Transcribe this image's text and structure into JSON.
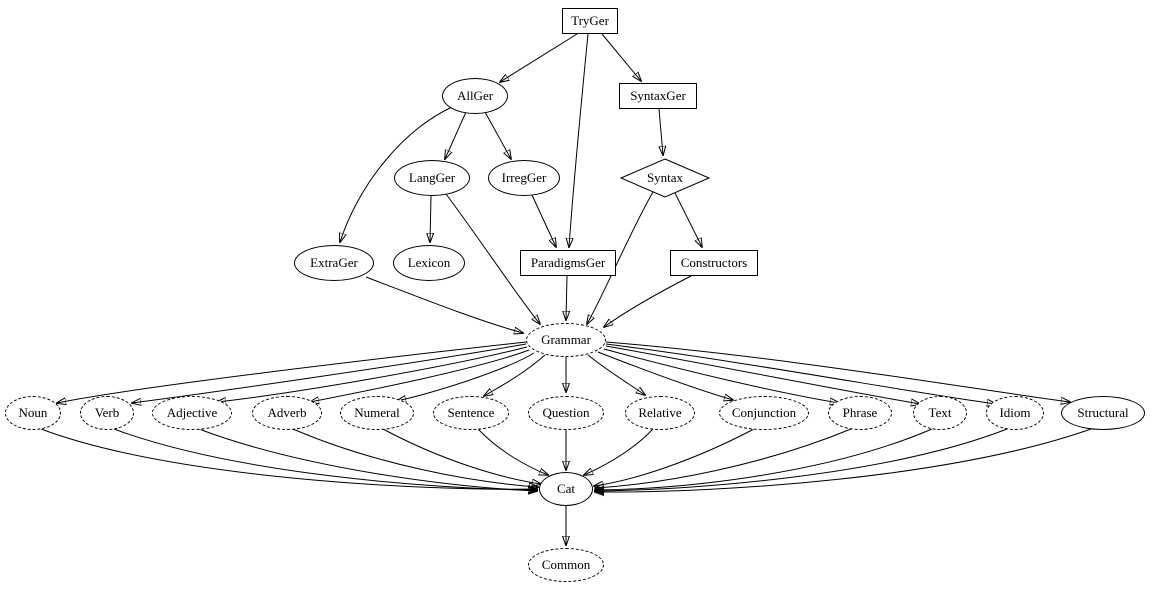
{
  "diagram": {
    "type": "directed-graph",
    "background": "#ffffff",
    "stroke_color": "#000000",
    "nodes": {
      "tryger": {
        "label": "TryGer",
        "shape": "box",
        "style": "solid"
      },
      "allger": {
        "label": "AllGer",
        "shape": "ellipse",
        "style": "solid"
      },
      "syntaxger": {
        "label": "SyntaxGer",
        "shape": "box",
        "style": "solid"
      },
      "langger": {
        "label": "LangGer",
        "shape": "ellipse",
        "style": "solid"
      },
      "irregger": {
        "label": "IrregGer",
        "shape": "ellipse",
        "style": "solid"
      },
      "syntax": {
        "label": "Syntax",
        "shape": "diamond",
        "style": "solid"
      },
      "extrager": {
        "label": "ExtraGer",
        "shape": "ellipse",
        "style": "solid"
      },
      "lexicon": {
        "label": "Lexicon",
        "shape": "ellipse",
        "style": "solid"
      },
      "paradigmsger": {
        "label": "ParadigmsGer",
        "shape": "box",
        "style": "solid"
      },
      "constructors": {
        "label": "Constructors",
        "shape": "box",
        "style": "solid"
      },
      "grammar": {
        "label": "Grammar",
        "shape": "ellipse",
        "style": "dashed"
      },
      "noun": {
        "label": "Noun",
        "shape": "ellipse",
        "style": "dashed"
      },
      "verb": {
        "label": "Verb",
        "shape": "ellipse",
        "style": "dashed"
      },
      "adjective": {
        "label": "Adjective",
        "shape": "ellipse",
        "style": "dashed"
      },
      "adverb": {
        "label": "Adverb",
        "shape": "ellipse",
        "style": "dashed"
      },
      "numeral": {
        "label": "Numeral",
        "shape": "ellipse",
        "style": "dashed"
      },
      "sentence": {
        "label": "Sentence",
        "shape": "ellipse",
        "style": "dashed"
      },
      "question": {
        "label": "Question",
        "shape": "ellipse",
        "style": "dashed"
      },
      "relative": {
        "label": "Relative",
        "shape": "ellipse",
        "style": "dashed"
      },
      "conjunction": {
        "label": "Conjunction",
        "shape": "ellipse",
        "style": "dashed"
      },
      "phrase": {
        "label": "Phrase",
        "shape": "ellipse",
        "style": "dashed"
      },
      "text": {
        "label": "Text",
        "shape": "ellipse",
        "style": "dashed"
      },
      "idiom": {
        "label": "Idiom",
        "shape": "ellipse",
        "style": "dashed"
      },
      "structural": {
        "label": "Structural",
        "shape": "ellipse",
        "style": "solid"
      },
      "cat": {
        "label": "Cat",
        "shape": "ellipse",
        "style": "solid"
      },
      "common": {
        "label": "Common",
        "shape": "ellipse",
        "style": "dashed"
      }
    },
    "edges": [
      [
        "TryGer",
        "AllGer"
      ],
      [
        "TryGer",
        "SyntaxGer"
      ],
      [
        "TryGer",
        "ParadigmsGer"
      ],
      [
        "AllGer",
        "LangGer"
      ],
      [
        "AllGer",
        "IrregGer"
      ],
      [
        "AllGer",
        "ExtraGer"
      ],
      [
        "SyntaxGer",
        "Syntax"
      ],
      [
        "LangGer",
        "Lexicon"
      ],
      [
        "LangGer",
        "Grammar"
      ],
      [
        "IrregGer",
        "ParadigmsGer"
      ],
      [
        "Syntax",
        "Constructors"
      ],
      [
        "Syntax",
        "Grammar"
      ],
      [
        "ExtraGer",
        "Grammar"
      ],
      [
        "ParadigmsGer",
        "Grammar"
      ],
      [
        "Constructors",
        "Grammar"
      ],
      [
        "Grammar",
        "Noun"
      ],
      [
        "Grammar",
        "Verb"
      ],
      [
        "Grammar",
        "Adjective"
      ],
      [
        "Grammar",
        "Adverb"
      ],
      [
        "Grammar",
        "Numeral"
      ],
      [
        "Grammar",
        "Sentence"
      ],
      [
        "Grammar",
        "Question"
      ],
      [
        "Grammar",
        "Relative"
      ],
      [
        "Grammar",
        "Conjunction"
      ],
      [
        "Grammar",
        "Phrase"
      ],
      [
        "Grammar",
        "Text"
      ],
      [
        "Grammar",
        "Idiom"
      ],
      [
        "Grammar",
        "Structural"
      ],
      [
        "Noun",
        "Cat"
      ],
      [
        "Verb",
        "Cat"
      ],
      [
        "Adjective",
        "Cat"
      ],
      [
        "Adverb",
        "Cat"
      ],
      [
        "Numeral",
        "Cat"
      ],
      [
        "Sentence",
        "Cat"
      ],
      [
        "Question",
        "Cat"
      ],
      [
        "Relative",
        "Cat"
      ],
      [
        "Conjunction",
        "Cat"
      ],
      [
        "Phrase",
        "Cat"
      ],
      [
        "Text",
        "Cat"
      ],
      [
        "Idiom",
        "Cat"
      ],
      [
        "Structural",
        "Cat"
      ],
      [
        "Cat",
        "Common"
      ]
    ]
  }
}
